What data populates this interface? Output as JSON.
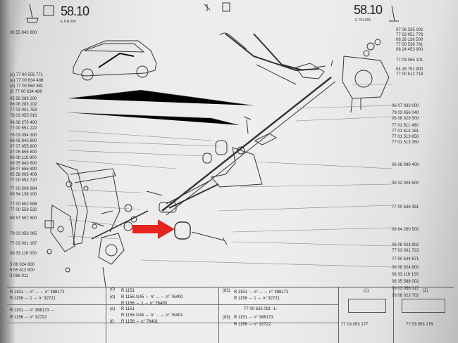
{
  "header": {
    "page_left": "58.10",
    "page_left_sub": "E  P.R.995",
    "page_right": "58.10",
    "page_right_sub": "E  P.R.995",
    "top_left_code": "08 55 843 800"
  },
  "left_codes": [
    "(c) 77 00 505 771",
    "(e) 77 00 634 488",
    "(d) 77 00 560 881",
    "(f) 77 00 634 489",
    "05 56 269 200",
    "06 08 283 102",
    "77 03 001 753",
    "78 03 055 016",
    "06 08 270 400",
    "77 00 551 222",
    "76 03 094 300",
    "06 05 843 800",
    "07 07 855 800",
    "07 05 855 800",
    "06 08 119 900",
    "06 05 843 800",
    "06 07 655 800",
    "05 58 005 409",
    "77 00 552 720",
    "77 00 508 694",
    "08 54 136 100",
    "77 00 552 598",
    "77 00 559 532",
    "08 57 557 600",
    "79 03 056 065",
    "77 03 001 167",
    "08 33 116 000",
    "5 08 024 800",
    "5 55 812 500",
    "3 066 011"
  ],
  "right_top_codes": [
    "07 06 335 002",
    "77 03 051 778",
    "08 28 136 500",
    "77 00 538 781",
    "08 24 453 900",
    "77 03 065 101",
    "04 28 751 900",
    "77 00 512 718"
  ],
  "right_codes": [
    "06 07 933 000",
    "79 03 056 040",
    "06 08 329 500",
    "77 01 511 480",
    "77 01 513 181",
    "77 01 513 650",
    "77 01 513 350",
    "06 08 099 400",
    "08 32 005 500",
    "77 00 536 391",
    "09 84 260 500",
    "06 08 023 902",
    "77 03 001 722",
    "77 00 544 671",
    "06 08 024 800",
    "08 33 116 100",
    "08 35 588 002",
    "79 03 056 017",
    "06 08 023 702"
  ],
  "table": {
    "rows_left": [
      "R 1151  ⇔ n° ... ⇔ n° 388172",
      "R 1156  ⇔ 1  ⇔ n° 32721",
      "R 1151  ⇔ n° 388173  ⇔",
      "R 1156  ⇔ n° 32722"
    ],
    "rows_mid": [
      "R 1151",
      "R 1156 /145 ⇔ n° ... ⇔ n° 76400",
      "R 1156  ⇔ 1  ⇔ n° 76400",
      "R 1151",
      "R 1156 /145 ⇔ n° ... ⇔ n° 76401",
      "R 1156  ⇔ n° 76401"
    ],
    "rows_right": [
      "R 1151  ⇔ n° ... ⇔ n° 388172",
      "R 1156  ⇔ 1 ⇔ n° 32721",
      "77 00 625 091 -1-",
      "R 1151  ⇔ n° 388173",
      "R 1156  ⇔ n° 32722"
    ],
    "labels": [
      "(c)",
      "(d)",
      "(e)",
      "(f)",
      "(82)",
      "(83)"
    ],
    "footer_codes": [
      "77 03 053 177",
      "77 03 053 178"
    ],
    "footer_labels": [
      "(1)",
      "(2)"
    ]
  },
  "colors": {
    "arrow": "#e8231f",
    "ink": "#2b2b2b",
    "paper": "#ececec"
  }
}
